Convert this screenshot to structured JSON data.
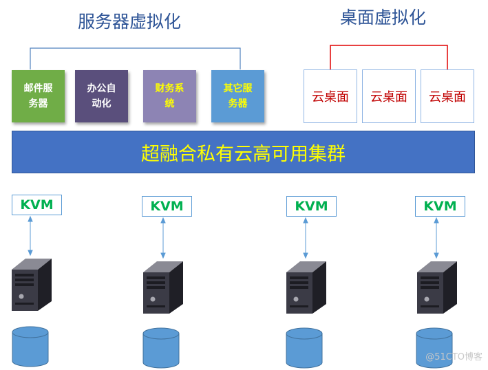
{
  "titles": {
    "server_virtualization": "服务器虚拟化",
    "desktop_virtualization": "桌面虚拟化"
  },
  "services": [
    {
      "label": "邮件服务器",
      "bg": "#70ad47",
      "color": "#ffffff"
    },
    {
      "label": "办公自动化",
      "bg": "#5a4f7c",
      "color": "#ffffff"
    },
    {
      "label": "财务系统",
      "bg": "#8d84b4",
      "color": "#ffff00"
    },
    {
      "label": "其它服务器",
      "bg": "#5b9bd5",
      "color": "#ffff00"
    }
  ],
  "cloud_desktops": [
    "云桌面",
    "云桌面",
    "云桌面"
  ],
  "cluster": "超融合私有云高可用集群",
  "nodes": [
    {
      "hypervisor": "KVM"
    },
    {
      "hypervisor": "KVM"
    },
    {
      "hypervisor": "KVM"
    },
    {
      "hypervisor": "KVM"
    }
  ],
  "watermark": "@51CTO博客",
  "colors": {
    "cluster_bg": "#4472c4",
    "cluster_text": "#ffff00",
    "server_bracket": "#4f81bd",
    "desktop_bracket": "#e00000",
    "kvm_text": "#00b050",
    "cloud_text": "#c00000",
    "disk": "#5b9bd5"
  }
}
